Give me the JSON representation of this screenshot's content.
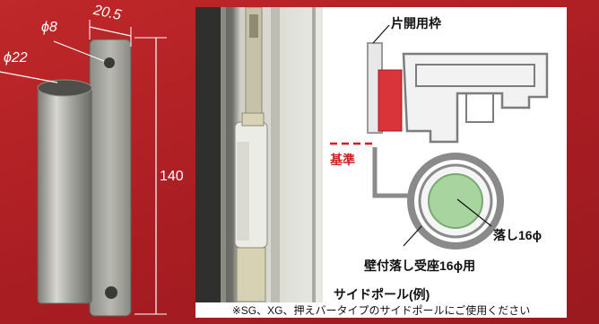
{
  "product_dimensions": {
    "pin_diameter": "ϕ8",
    "pipe_diameter": "ϕ22",
    "plate_width": "20.5",
    "height": "140"
  },
  "diagram": {
    "frame_label": "片開用枠",
    "reference_label": "基準",
    "drop_label": "落し16ϕ",
    "seat_label": "壁付落し受座16ϕ用"
  },
  "caption": {
    "title": "サイドポール(例)",
    "note": "※SG、XG、押えバータイプのサイドポールにご使用ください"
  },
  "colors": {
    "background": "#b32025",
    "reference_line": "#d11d24",
    "frame_highlight": "#d9343a",
    "pole_fill": "#a8d4a0"
  }
}
